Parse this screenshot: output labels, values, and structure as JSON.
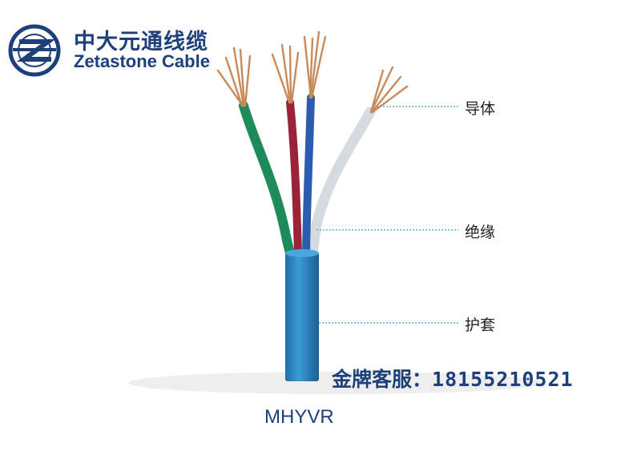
{
  "brand": {
    "name_cn": "中大元通线缆",
    "name_en": "Zetastone Cable",
    "logo_icon": "zetastone-z-globe-icon"
  },
  "labels": {
    "conductor": "导体",
    "insulation": "绝缘",
    "sheath": "护套"
  },
  "service": {
    "prefix": "金牌客服：",
    "phone": "18155210521"
  },
  "model": "MHYVR",
  "colors": {
    "brand": "#1d3f7a",
    "sheath": "#2f86c2",
    "core_green": "#1f8a5a",
    "core_red": "#9b2338",
    "core_blue": "#2a5db0",
    "core_white": "#d6dbe2",
    "copper": "#c98a5a",
    "leader_line": "#3aa0d8"
  }
}
